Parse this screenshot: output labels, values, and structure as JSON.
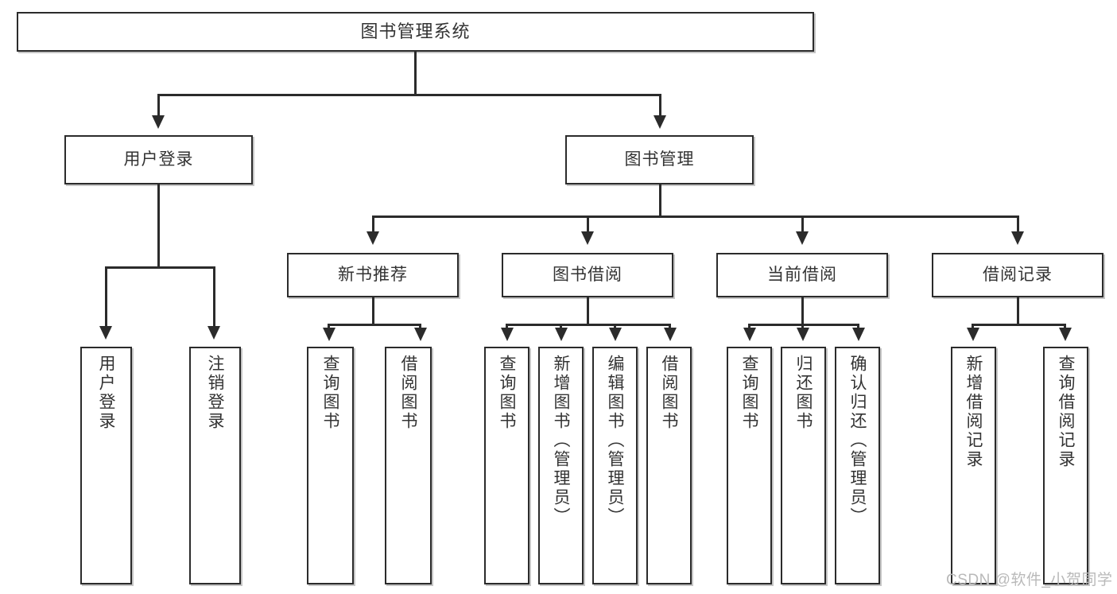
{
  "diagram": {
    "type": "tree",
    "title": "图书管理系统",
    "root": {
      "label": "图书管理系统"
    },
    "level2": [
      {
        "label": "用户登录"
      },
      {
        "label": "图书管理"
      }
    ],
    "level3": [
      {
        "label": "新书推荐"
      },
      {
        "label": "图书借阅"
      },
      {
        "label": "当前借阅"
      },
      {
        "label": "借阅记录"
      }
    ],
    "leaves": {
      "user_login": [
        {
          "label": "用户登录"
        },
        {
          "label": "注销登录"
        }
      ],
      "new_book_recommend": [
        {
          "label": "查询图书"
        },
        {
          "label": "借阅图书"
        }
      ],
      "book_borrow": [
        {
          "label": "查询图书"
        },
        {
          "label": "新增图书（管理员）"
        },
        {
          "label": "编辑图书（管理员）"
        },
        {
          "label": "借阅图书"
        }
      ],
      "current_borrow": [
        {
          "label": "查询图书"
        },
        {
          "label": "归还图书"
        },
        {
          "label": "确认归还（管理员）"
        }
      ],
      "borrow_record": [
        {
          "label": "新增借阅记录"
        },
        {
          "label": "查询借阅记录"
        }
      ]
    }
  },
  "watermark": {
    "text": "CSDN @软件_小贺同学"
  },
  "colors": {
    "border": "#2b2b2b",
    "text": "#333333",
    "background": "#ffffff",
    "watermark": "#b9b9b9"
  }
}
